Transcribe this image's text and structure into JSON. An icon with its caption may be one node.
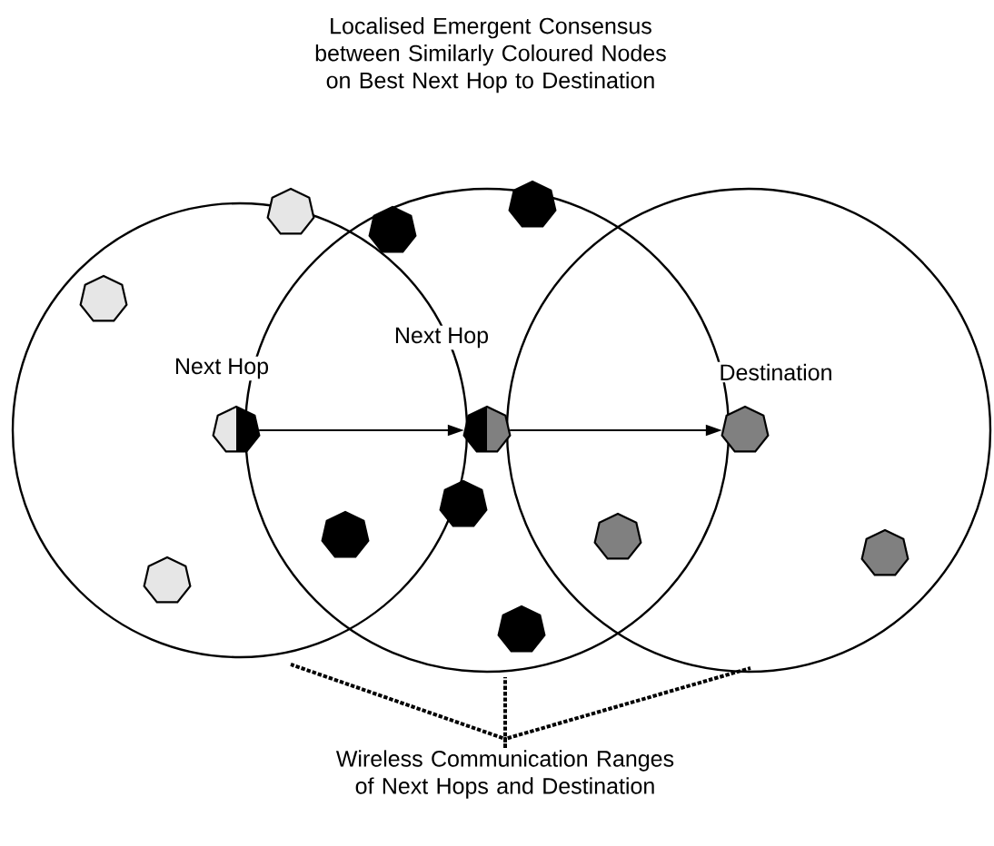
{
  "diagram": {
    "title": "Localised Emergent Consensus between Similarly Coloured Nodes on Best Next Hop to Destination",
    "nodes": [
      {
        "text": [],
        "shape": "circle"
      },
      {
        "text": [],
        "shape": "circle"
      },
      {
        "text": [],
        "shape": "circle"
      },
      {
        "text": [],
        "shape": "circle"
      },
      {
        "text": [],
        "shape": "circle"
      },
      {
        "text": [],
        "shape": "circle"
      },
      {
        "text": [],
        "shape": "circle"
      },
      {
        "text": [],
        "shape": "circle"
      },
      {
        "text": [],
        "shape": "circle"
      },
      {
        "text": [],
        "shape": "circle"
      },
      {
        "text": [],
        "shape": "circle"
      },
      {
        "text": [],
        "shape": "circle"
      },
      {
        "text": [],
        "shape": "circle"
      },
      {
        "text": [
          "Wireless Communication Ranges of Next Hops and Destination"
        ]
      }
    ],
    "edges": [
      {
        "from": 0,
        "to": 1,
        "arrow": "to"
      },
      {
        "from": 1,
        "to": 2,
        "arrow": "to"
      },
      {
        "from": 13,
        "to": null,
        "arrow": "none",
        "style": "dashed"
      },
      {
        "from": 13,
        "to": null,
        "arrow": "none",
        "style": "dashed"
      },
      {
        "from": 13,
        "to": null,
        "arrow": "none",
        "style": "dashed"
      }
    ],
    "labels": [
      "Next Hop",
      "Next Hop",
      "Destination"
    ]
  }
}
